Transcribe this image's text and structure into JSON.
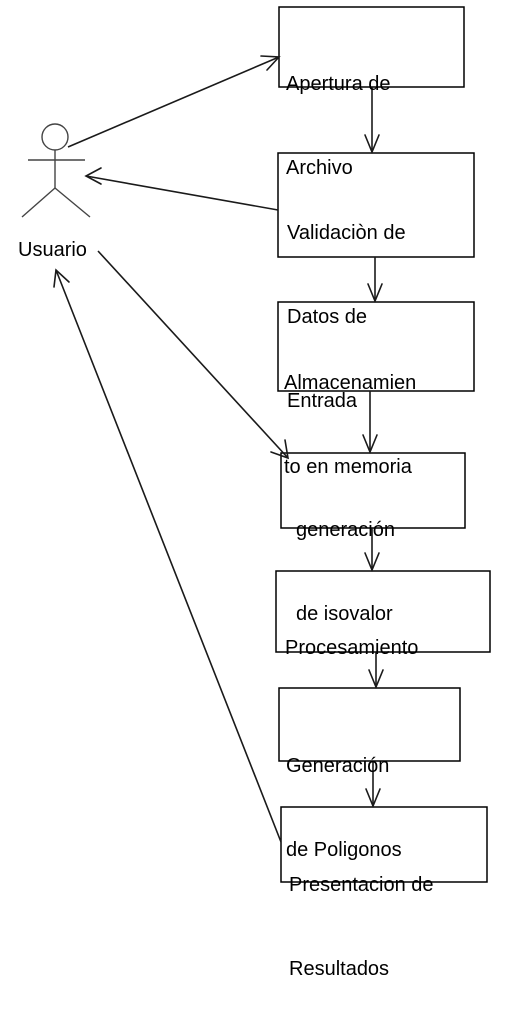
{
  "actor": {
    "label": "Usuario"
  },
  "boxes": [
    {
      "id": "apertura",
      "lines": [
        "Apertura de",
        "Archivo"
      ]
    },
    {
      "id": "validacion",
      "lines": [
        "Validaciòn de",
        "Datos de",
        "Entrada"
      ]
    },
    {
      "id": "almacenamiento",
      "lines": [
        "Almacenamien",
        "to en memoria"
      ]
    },
    {
      "id": "isovalor",
      "lines": [
        "generación",
        "de isovalor"
      ]
    },
    {
      "id": "procesamiento",
      "lines": [
        "Procesamiento"
      ]
    },
    {
      "id": "poligonos",
      "lines": [
        "Generación",
        "de Poligonos"
      ]
    },
    {
      "id": "resultados",
      "lines": [
        "Presentacion de",
        "Resultados"
      ]
    }
  ]
}
